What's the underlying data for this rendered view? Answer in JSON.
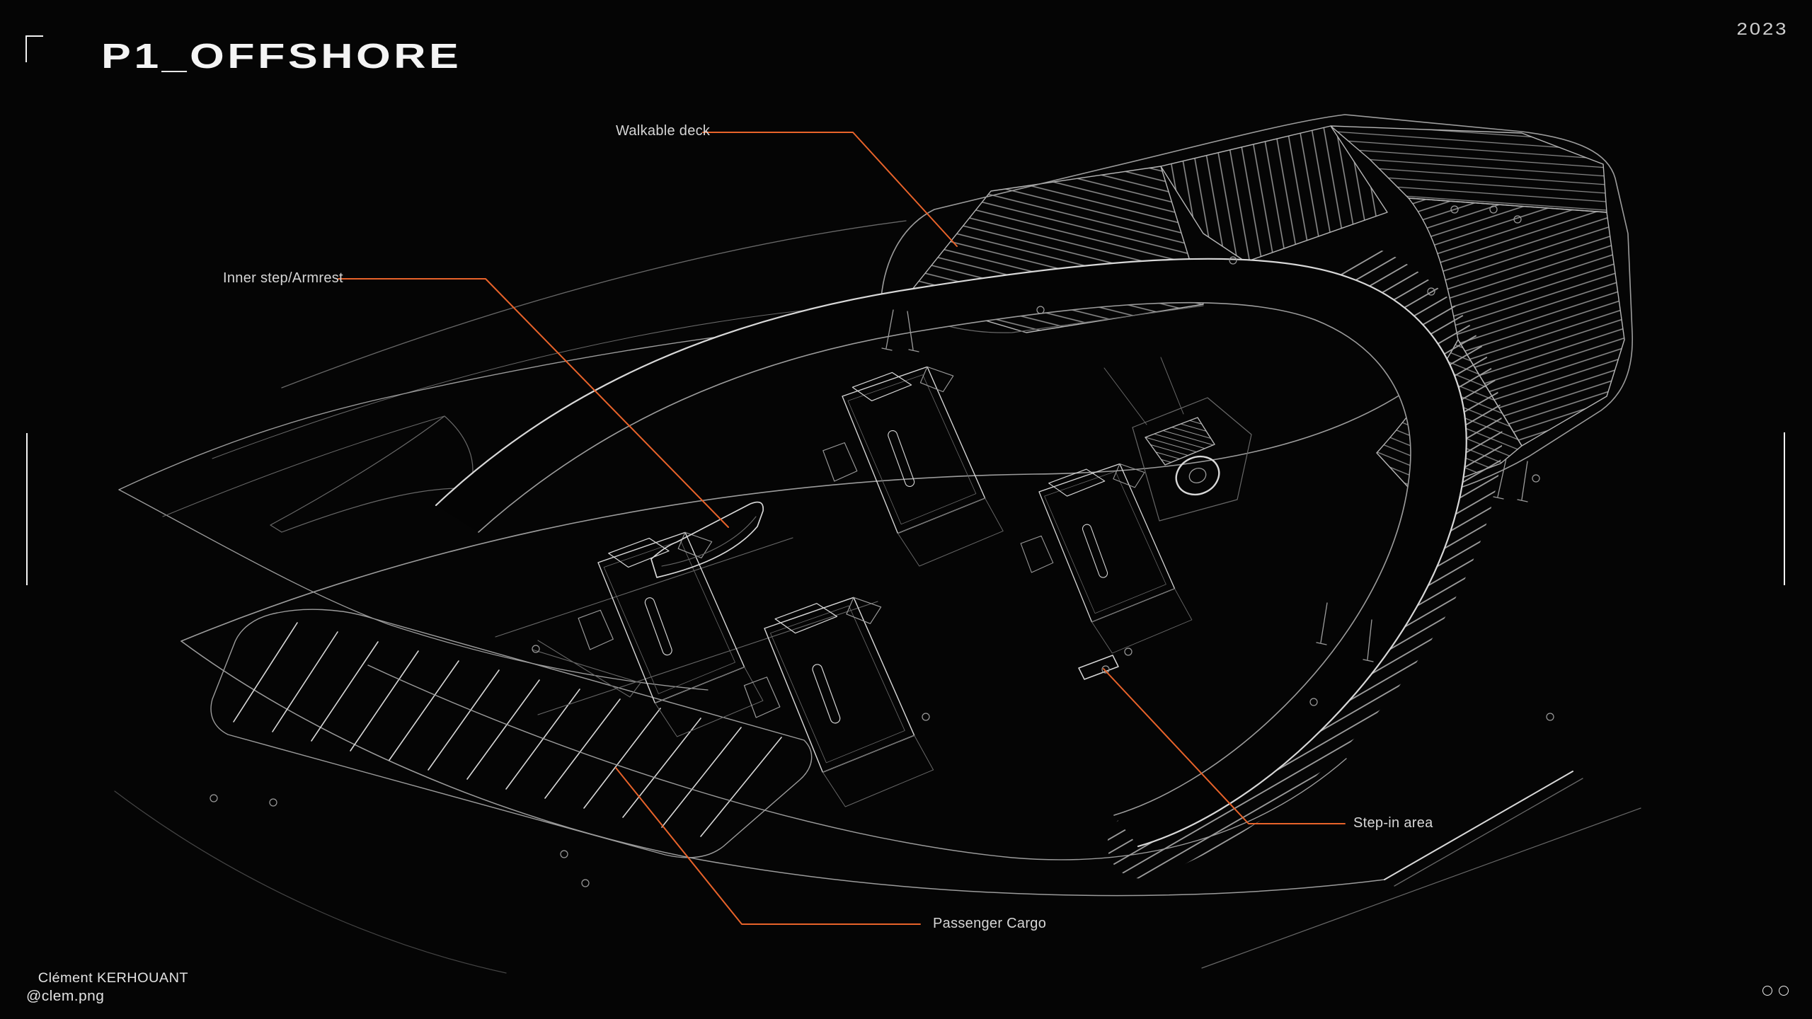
{
  "header": {
    "title": "P1_OFFSHORE",
    "year": "2023",
    "corner_mark_icon": "corner-bracket-icon"
  },
  "annotations": [
    {
      "id": "walkable-deck",
      "text": "Walkable deck"
    },
    {
      "id": "inner-step",
      "text": "Inner step/Armrest"
    },
    {
      "id": "step-in-area",
      "text": "Step-in area"
    },
    {
      "id": "passenger-cargo",
      "text": "Passenger Cargo"
    }
  ],
  "footer": {
    "author": "Clément KERHOUANT",
    "handle": "@clem.png",
    "pagination_dots": 2
  },
  "illustration": {
    "subject": "Isometric wireframe line-art of the P1 offshore powerboat (walkable stern deck with slatted panels, four cockpit seats, helm console, bow louver vents)",
    "style": "thin white outlines on black"
  },
  "colors": {
    "background": "#050505",
    "accent": "#e8632a",
    "wireframe": "#9c9c9c",
    "text": "#d6d6d6"
  }
}
